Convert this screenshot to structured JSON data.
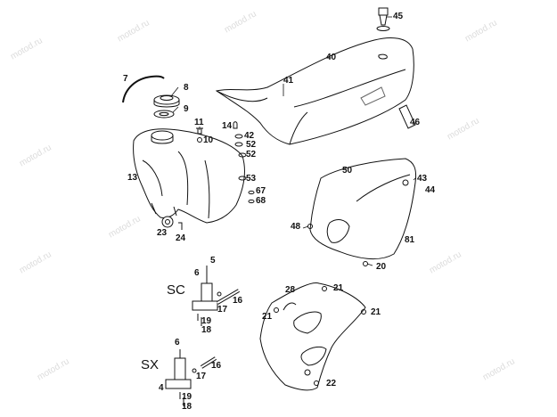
{
  "watermark": "motod.ru",
  "variant_labels": [
    "SC",
    "SX"
  ],
  "callouts": [
    "45",
    "40",
    "41",
    "46",
    "7",
    "8",
    "9",
    "11",
    "10",
    "14",
    "42",
    "52",
    "52",
    "13",
    "53",
    "67",
    "68",
    "23",
    "24",
    "50",
    "43",
    "44",
    "48",
    "81",
    "20",
    "5",
    "6",
    "16",
    "17",
    "19",
    "18",
    "28",
    "21",
    "21",
    "21",
    "4",
    "6",
    "16",
    "17",
    "19",
    "18",
    "22"
  ]
}
